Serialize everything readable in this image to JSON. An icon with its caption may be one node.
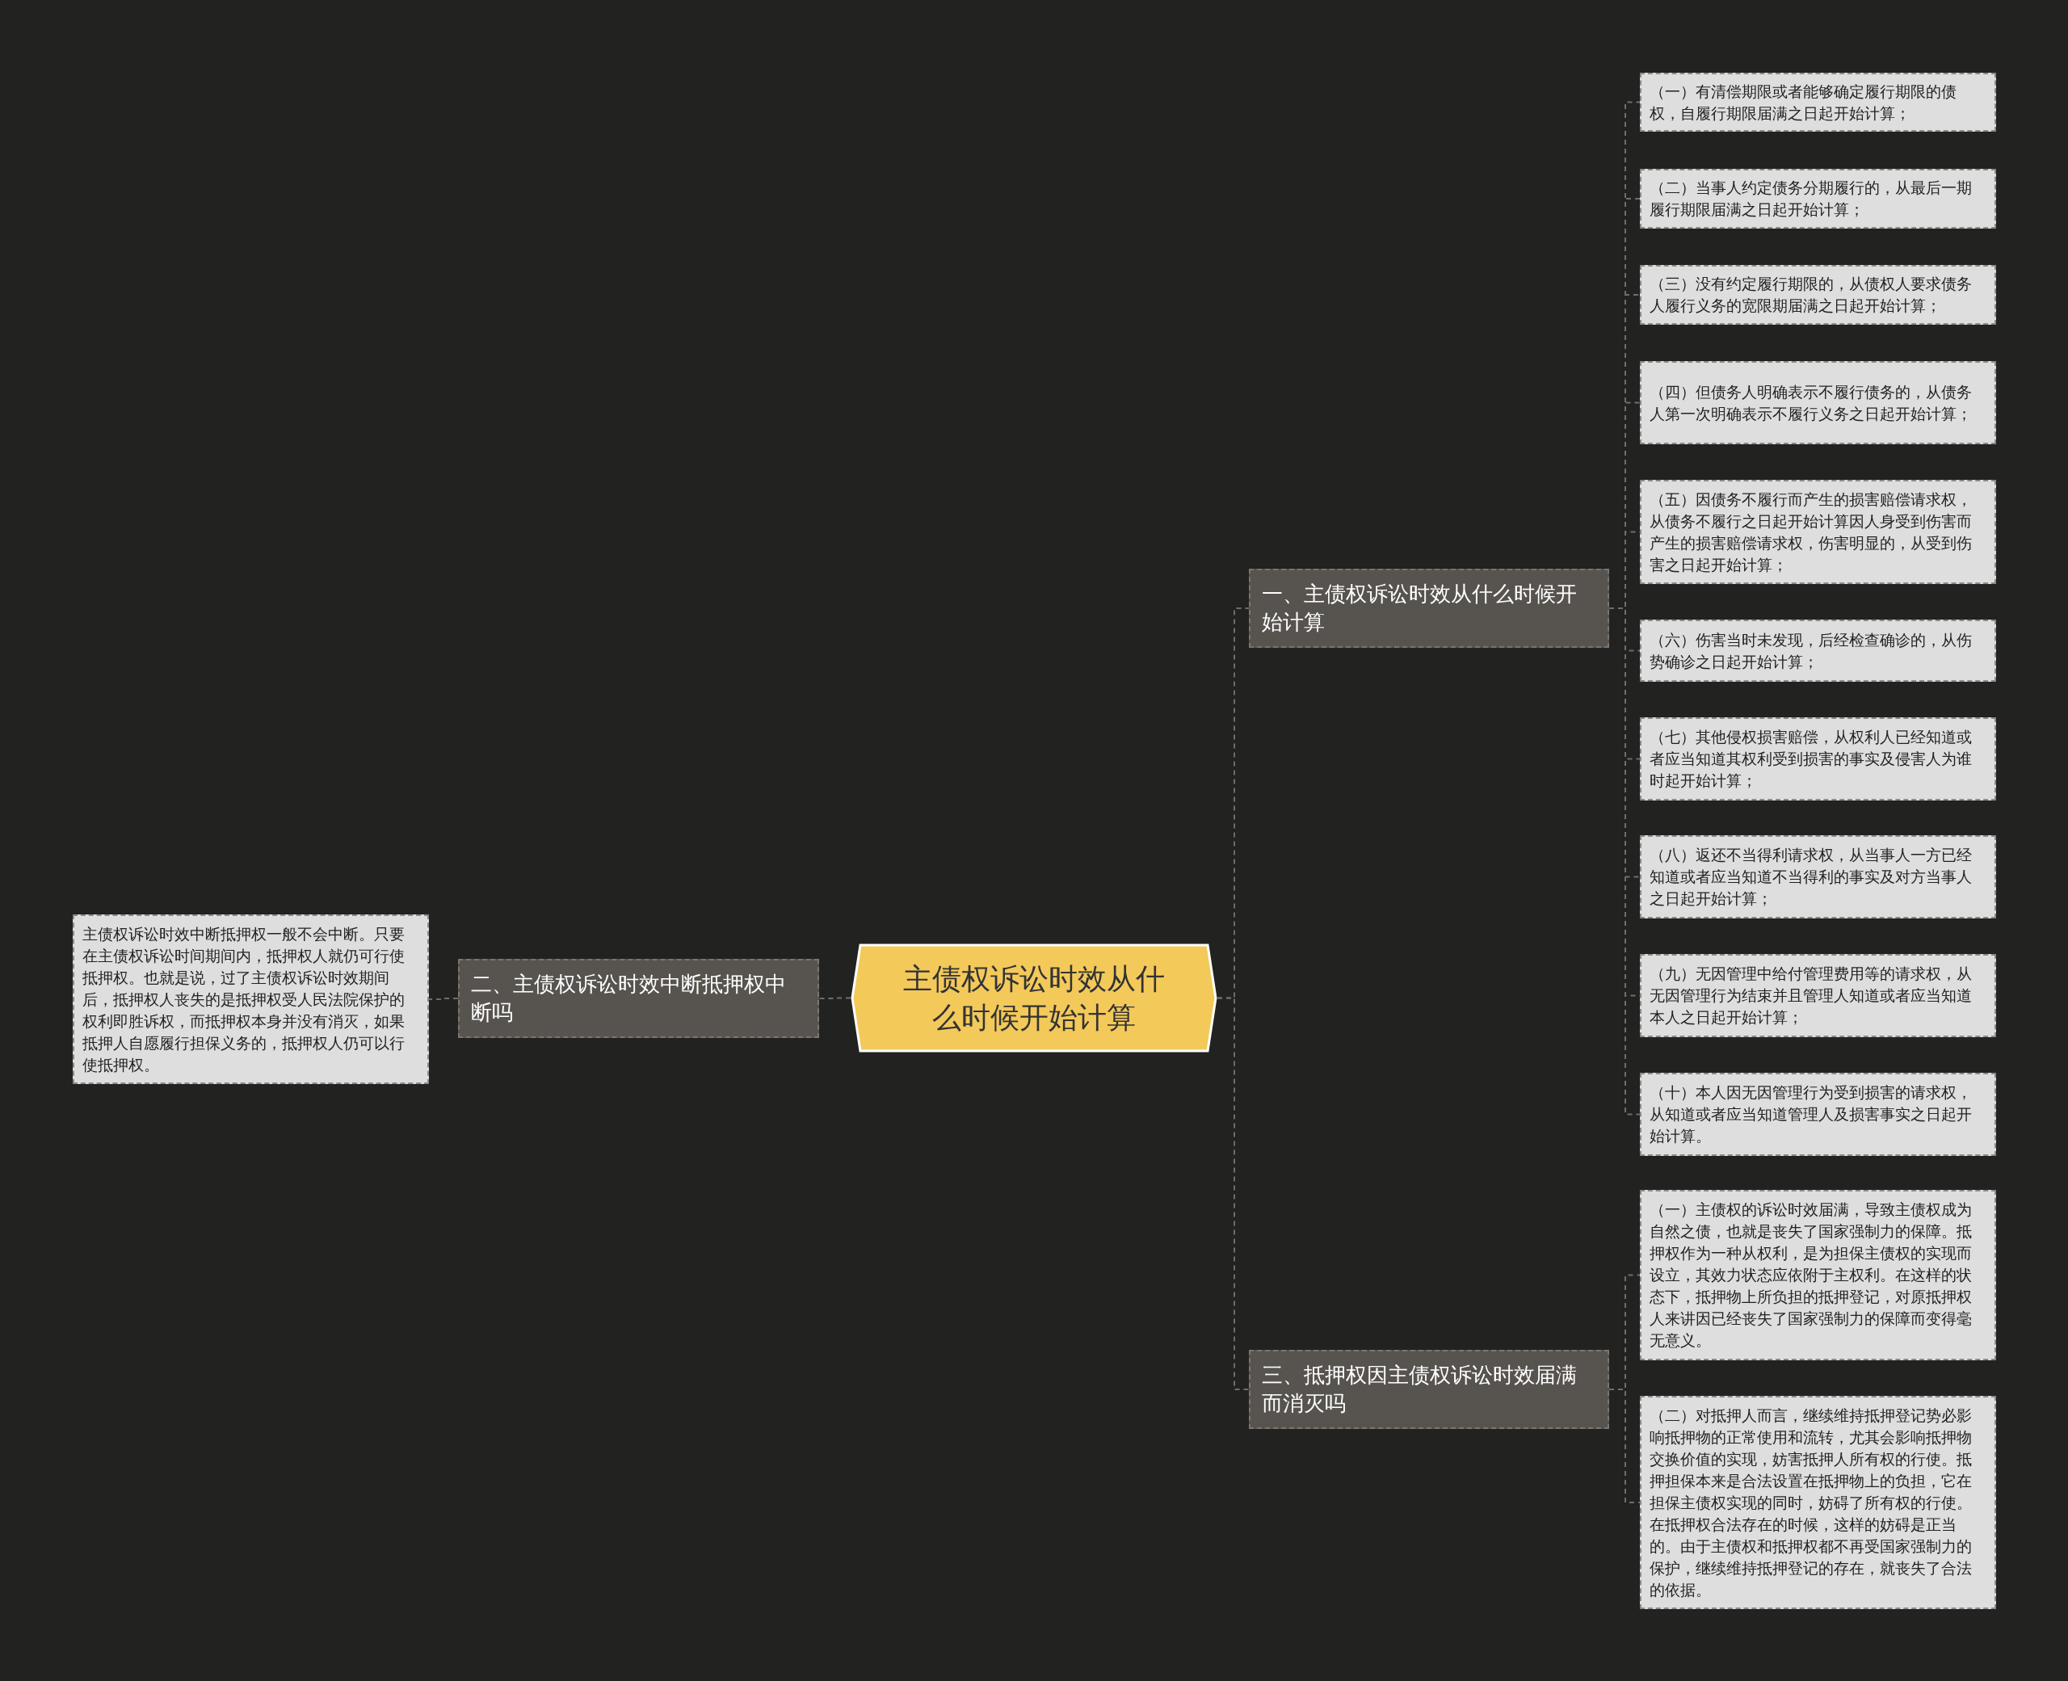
{
  "diagram": {
    "nodes": [
      {
        "text": [
          "主债权诉讼时效从什么时候开始计算"
        ]
      },
      {
        "text": [
          "一、主债权诉讼时效从什么时候开始计算"
        ]
      },
      {
        "text": [
          "（一）有清偿期限或者能够确定履行期限的债权，自履行期限届满之日起开始计算；"
        ]
      },
      {
        "text": [
          "（二）当事人约定债务分期履行的，从最后一期履行期限届满之日起开始计算；"
        ]
      },
      {
        "text": [
          "（三）没有约定履行期限的，从债权人要求债务人履行义务的宽限期届满之日起开始计算；"
        ]
      },
      {
        "text": [
          "（四）但债务人明确表示不履行债务的，从债务人第一次明确表示不履行义务之日起开始计算；"
        ]
      },
      {
        "text": [
          "（五）因债务不履行而产生的损害赔偿请求权，从债务不履行之日起开始计算因人身受到伤害而产生的损害赔偿请求权，伤害明显的，从受到伤害之日起开始计算；"
        ]
      },
      {
        "text": [
          "（六）伤害当时未发现，后经检查确诊的，从伤势确诊之日起开始计算；"
        ]
      },
      {
        "text": [
          "（七）其他侵权损害赔偿，从权利人已经知道或者应当知道其权利受到损害的事实及侵害人为谁时起开始计算；"
        ]
      },
      {
        "text": [
          "（八）返还不当得利请求权，从当事人一方已经知道或者应当知道不当得利的事实及对方当事人之日起开始计算；"
        ]
      },
      {
        "text": [
          "（九）无因管理中给付管理费用等的请求权，从无因管理行为结束并且管理人知道或者应当知道本人之日起开始计算；"
        ]
      },
      {
        "text": [
          "（十）本人因无因管理行为受到损害的请求权，从知道或者应当知道管理人及损害事实之日起开始计算。"
        ]
      },
      {
        "text": [
          "二、主债权诉讼时效中断抵押权中断吗"
        ]
      },
      {
        "text": [
          "主债权诉讼时效中断抵押权一般不会中断。只要在主债权诉讼时间期间内，抵押权人就仍可行使抵押权。也就是说，过了主债权诉讼时效期间后，抵押权人丧失的是抵押权受人民法院保护的权利即胜诉权，而抵押权本身并没有消灭，如果抵押人自愿履行担保义务的，抵押权人仍可以行使抵押权。"
        ]
      },
      {
        "text": [
          "三、抵押权因主债权诉讼时效届满而消灭吗"
        ]
      },
      {
        "text": [
          "（一）主债权的诉讼时效届满，导致主债权成为自然之债，也就是丧失了国家强制力的保障。抵押权作为一种从权利，是为担保主债权的实现而设立，其效力状态应依附于主权利。在这样的状态下，抵押物上所负担的抵押登记，对原抵押权人来讲因已经丧失了国家强制力的保障而变得毫无意义。"
        ]
      },
      {
        "text": [
          "（二）对抵押人而言，继续维持抵押登记势必影响抵押物的正常使用和流转，尤其会影响抵押物交换价值的实现，妨害抵押人所有权的行使。抵押担保本来是合法设置在抵押物上的负担，它在担保主债权实现的同时，妨碍了所有权的行使。在抵押权合法存在的时候，这样的妨碍是正当的。由于主债权和抵押权都不再受国家强制力的保护，继续维持抵押登记的存在，就丧失了合法的依据。"
        ]
      }
    ],
    "edges": [
      {
        "from": 0,
        "to": 1,
        "arrow": "none",
        "style": "dashed"
      },
      {
        "from": 1,
        "to": 2,
        "arrow": "none",
        "style": "dashed"
      },
      {
        "from": 1,
        "to": 3,
        "arrow": "none",
        "style": "dashed"
      },
      {
        "from": 1,
        "to": 4,
        "arrow": "none",
        "style": "dashed"
      },
      {
        "from": 1,
        "to": 5,
        "arrow": "none",
        "style": "dashed"
      },
      {
        "from": 1,
        "to": 6,
        "arrow": "none",
        "style": "dashed"
      },
      {
        "from": 1,
        "to": 7,
        "arrow": "none",
        "style": "dashed"
      },
      {
        "from": 1,
        "to": 8,
        "arrow": "none",
        "style": "dashed"
      },
      {
        "from": 1,
        "to": 9,
        "arrow": "none",
        "style": "dashed"
      },
      {
        "from": 1,
        "to": 10,
        "arrow": "none",
        "style": "dashed"
      },
      {
        "from": 1,
        "to": 11,
        "arrow": "none",
        "style": "dashed"
      },
      {
        "from": 0,
        "to": 12,
        "arrow": "none",
        "style": "dashed"
      },
      {
        "from": 12,
        "to": 13,
        "arrow": "none",
        "style": "dashed"
      },
      {
        "from": 0,
        "to": 14,
        "arrow": "none",
        "style": "dashed"
      },
      {
        "from": 14,
        "to": 15,
        "arrow": "none",
        "style": "dashed"
      },
      {
        "from": 14,
        "to": 16,
        "arrow": "none",
        "style": "dashed"
      }
    ]
  }
}
